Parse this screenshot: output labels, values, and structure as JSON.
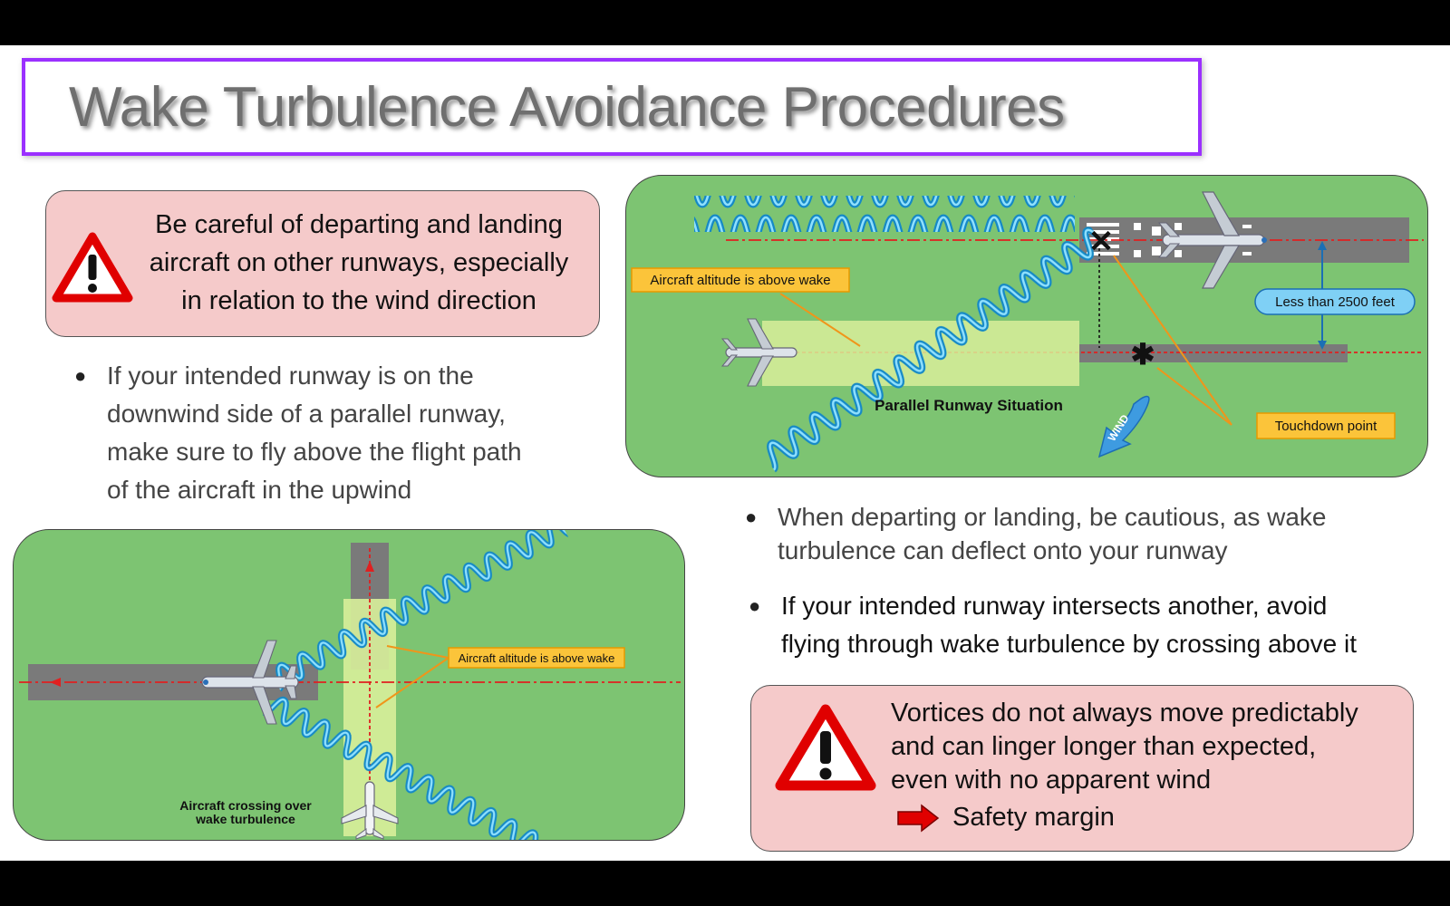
{
  "title": "Wake Turbulence Avoidance Procedures",
  "warning_top": {
    "lines": [
      "Be careful of departing and landing",
      "aircraft on other runways, especially",
      "in relation to the wind direction"
    ]
  },
  "bullet_1": {
    "lines": [
      "If your intended runway is on the",
      "downwind side of a parallel runway,",
      "make sure to fly above the flight path",
      "of the aircraft in the upwind"
    ]
  },
  "parallel_diagram": {
    "altitude_label": "Aircraft altitude is above wake",
    "distance_label": "Less than 2500 feet",
    "touchdown_label": "Touchdown point",
    "caption": "Parallel Runway Situation",
    "wind_label": "WIND"
  },
  "crossing_diagram": {
    "altitude_label": "Aircraft altitude is above wake",
    "caption_lines": [
      "Aircraft crossing over",
      "wake turbulence"
    ]
  },
  "bullet_2": {
    "lines": [
      "When departing or landing, be cautious, as wake",
      "turbulence can deflect onto your runway"
    ]
  },
  "bullet_3": {
    "lines": [
      "If your intended runway intersects another, avoid",
      "flying through wake turbulence by crossing above it"
    ]
  },
  "warning_bottom": {
    "lines": [
      "Vortices do not always move predictably",
      "and can linger longer than expected,",
      "even with no apparent wind"
    ],
    "safety": "Safety margin"
  },
  "colors": {
    "title_border": "#9b30ff",
    "warning_bg": "#f5caca",
    "panel_green": "#7dc472",
    "vortex_blue": "#29a3e0",
    "label_yellow": "#fbc43a",
    "distance_blue": "#7fd0f5",
    "warning_red": "#e00000"
  }
}
